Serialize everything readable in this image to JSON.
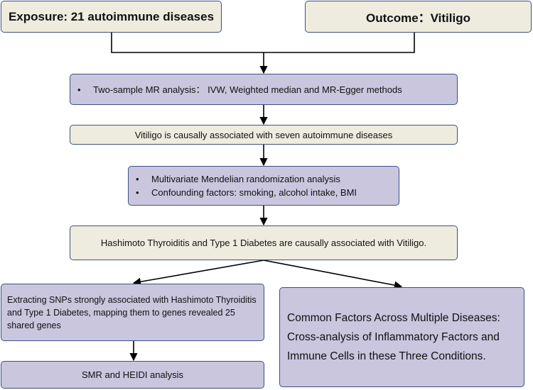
{
  "boxes": {
    "exposure": "Exposure: 21 autoimmune diseases",
    "outcome": "Outcome：Vitiligo",
    "mr_analysis": "Two-sample MR analysis： IVW, Weighted median and MR-Egger methods",
    "vitiligo_associated": "Vitiligo is causally associated with seven autoimmune diseases",
    "multivariate": [
      "Multivariate Mendelian randomization analysis",
      "Confounding factors: smoking, alcohol intake, BMI"
    ],
    "hashimoto": "Hashimoto Thyroiditis and Type 1 Diabetes are causally associated with Vitiligo.",
    "snps": "Extracting SNPs strongly associated with Hashimoto Thyroiditis and Type 1 Diabetes, mapping them to genes revealed 25 shared genes",
    "smr": "SMR and HEIDI analysis",
    "common_factors": "Common Factors Across Multiple Diseases: Cross-analysis of Inflammatory Factors and Immune Cells in these Three Conditions."
  },
  "bullet_glyph": "•",
  "colors": {
    "beige_fill": "#eeecdf",
    "lavender_fill": "#c9c6de",
    "border": "#3f4f86",
    "arrow": "#000000"
  }
}
